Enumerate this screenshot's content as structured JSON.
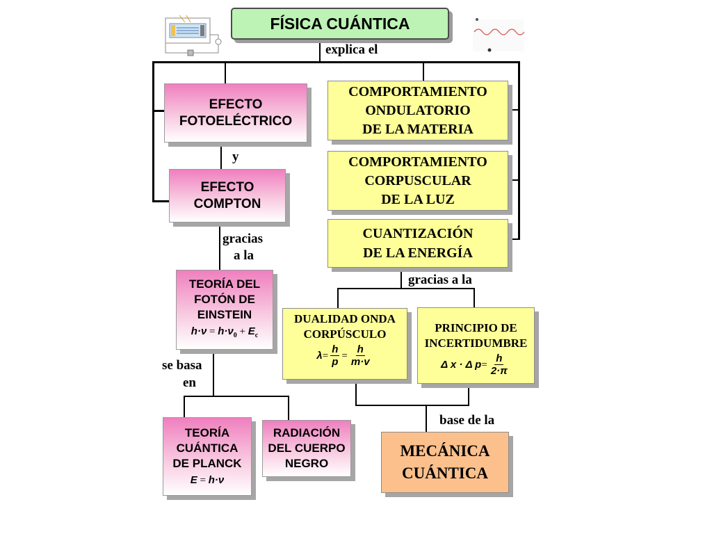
{
  "title": "FÍSICA CUÁNTICA",
  "connectors": {
    "explica": "explica el",
    "y": "y",
    "gracias_left_1": "gracias",
    "gracias_left_2": "a la",
    "gracias_right": "gracias a la",
    "se_basa_1": "se basa",
    "se_basa_2": "en",
    "base_de": "base de la"
  },
  "nodes": {
    "fotoelectrico": [
      "EFECTO",
      "FOTOELÉCTRICO"
    ],
    "compton": [
      "EFECTO",
      "COMPTON"
    ],
    "einstein": [
      "TEORÍA DEL",
      "FOTÓN DE",
      "EINSTEIN"
    ],
    "planck": [
      "TEORÍA",
      "CUÁNTICA",
      "DE PLANCK"
    ],
    "radiacion": [
      "RADIACIÓN",
      "DEL CUERPO",
      "NEGRO"
    ],
    "ondulatorio": [
      "COMPORTAMIENTO",
      "ONDULATORIO",
      "DE LA MATERIA"
    ],
    "corpuscular": [
      "COMPORTAMIENTO",
      "CORPUSCULAR",
      "DE LA LUZ"
    ],
    "cuantizacion": [
      "CUANTIZACIÓN",
      "DE LA ENERGÍA"
    ],
    "dualidad": [
      "DUALIDAD ONDA",
      "CORPÚSCULO"
    ],
    "incertidumbre": [
      "PRINCIPIO DE",
      "INCERTIDUMBRE"
    ],
    "mecanica": [
      "MECÁNICA",
      "CUÁNTICA"
    ]
  },
  "formulas": {
    "einstein": {
      "lhs": "h·ν",
      "eq": "=",
      "mid": "h·ν",
      "sub": "0",
      "plus": "+",
      "last": "E",
      "last_sub": "c"
    },
    "planck": {
      "lhs": "E",
      "eq": "=",
      "rhs": "h·ν"
    },
    "dualidad": {
      "lhs": "λ",
      "eq": "=",
      "num1": "h",
      "den1": "p",
      "num2": "h",
      "den2": "m·v"
    },
    "incertidumbre": {
      "lhs": "Δ x · Δ p",
      "eq": "=",
      "num": "h",
      "den": "2·π"
    }
  },
  "decorations": {
    "apparatus_icon": "photoelectric-apparatus-icon",
    "wave_icon": "wave-icon",
    "colors": {
      "pink": "#ef7fbf",
      "yellow": "#ffff99",
      "green": "#bdf3b5",
      "orange": "#fbc08c"
    }
  }
}
